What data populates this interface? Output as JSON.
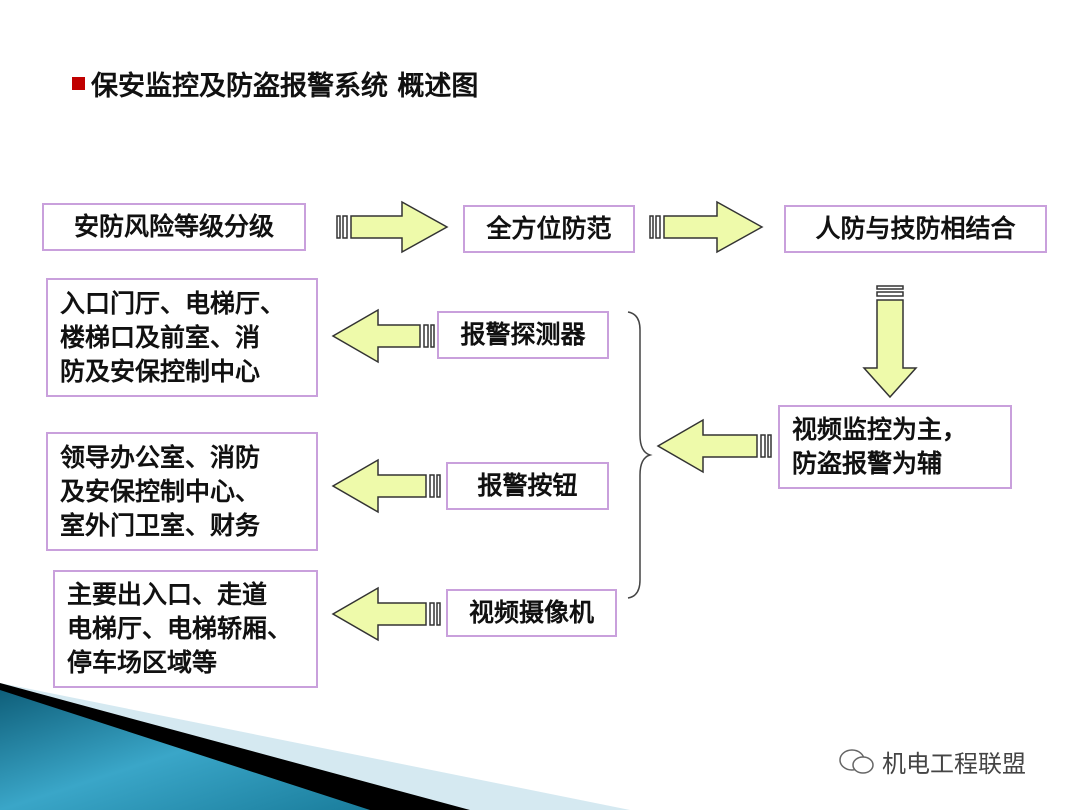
{
  "title": "保安监控及防盗报警系统 概述图",
  "top_row": [
    "安防风险等级分级",
    "全方位防范",
    "人防与技防相结合"
  ],
  "right_box": "视频监控为主，\n防盗报警为辅",
  "devices": [
    "报警探测器",
    "报警按钮",
    "视频摄像机"
  ],
  "locations": [
    "入口门厅、电梯厅、\n楼梯口及前室、消\n防及安保控制中心",
    "领导办公室、消防\n及安保控制中心、\n室外门卫室、财务",
    "主要出入口、走道\n电梯厅、电梯轿厢、\n停车场区域等"
  ],
  "watermark": "机电工程联盟",
  "colors": {
    "arrow_fill": "#eefaaa",
    "box_border": "#c9a0dc",
    "bullet": "#c00000",
    "accent_teal": "#1a86a8"
  }
}
